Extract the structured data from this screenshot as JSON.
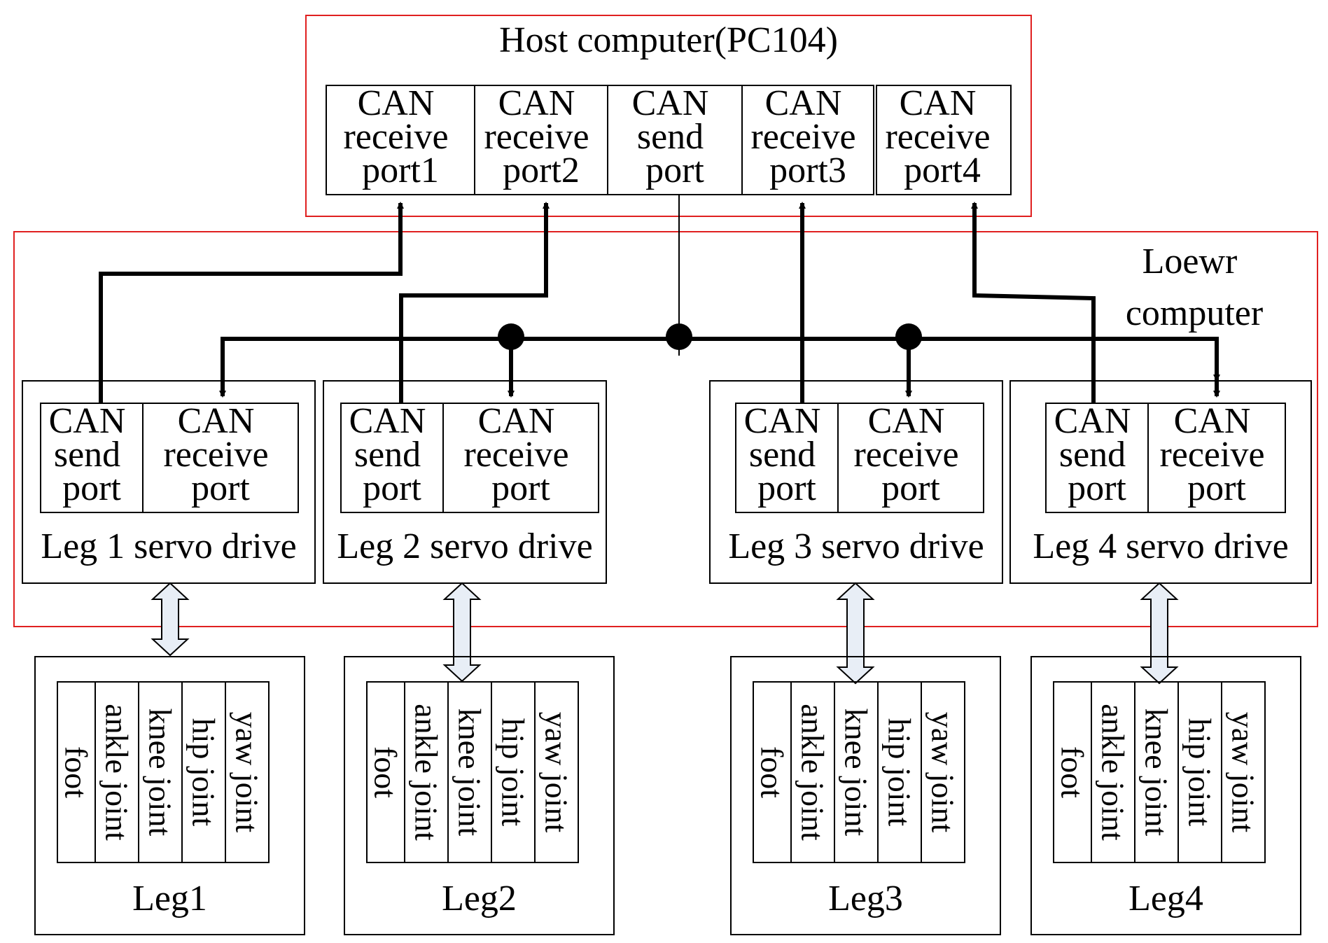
{
  "host": {
    "title": "Host computer(PC104)",
    "ports": [
      [
        "CAN",
        "receive",
        "port1"
      ],
      [
        "CAN",
        "receive",
        "port2"
      ],
      [
        "CAN",
        "send",
        "port"
      ],
      [
        "CAN",
        "receive",
        "port3"
      ],
      [
        "CAN",
        "receive",
        "port4"
      ]
    ]
  },
  "lower": {
    "title": [
      "Loewr",
      "computer"
    ]
  },
  "drives": [
    {
      "send": [
        "CAN",
        "send",
        "port"
      ],
      "receive": [
        "CAN",
        "receive",
        "port"
      ],
      "label": "Leg 1 servo drive"
    },
    {
      "send": [
        "CAN",
        "send",
        "port"
      ],
      "receive": [
        "CAN",
        "receive",
        "port"
      ],
      "label": "Leg 2 servo drive"
    },
    {
      "send": [
        "CAN",
        "send",
        "port"
      ],
      "receive": [
        "CAN",
        "receive",
        "port"
      ],
      "label": "Leg 3 servo drive"
    },
    {
      "send": [
        "CAN",
        "send",
        "port"
      ],
      "receive": [
        "CAN",
        "receive",
        "port"
      ],
      "label": "Leg 4 servo drive"
    }
  ],
  "legs": [
    {
      "label": "Leg1",
      "joints": [
        "foot",
        "ankle joint",
        "knee joint",
        "hip joint",
        "yaw joint"
      ]
    },
    {
      "label": "Leg2",
      "joints": [
        "foot",
        "ankle joint",
        "knee joint",
        "hip joint",
        "yaw joint"
      ]
    },
    {
      "label": "Leg3",
      "joints": [
        "foot",
        "ankle joint",
        "knee joint",
        "hip joint",
        "yaw joint"
      ]
    },
    {
      "label": "Leg4",
      "joints": [
        "foot",
        "ankle joint",
        "knee joint",
        "hip joint",
        "yaw joint"
      ]
    }
  ]
}
